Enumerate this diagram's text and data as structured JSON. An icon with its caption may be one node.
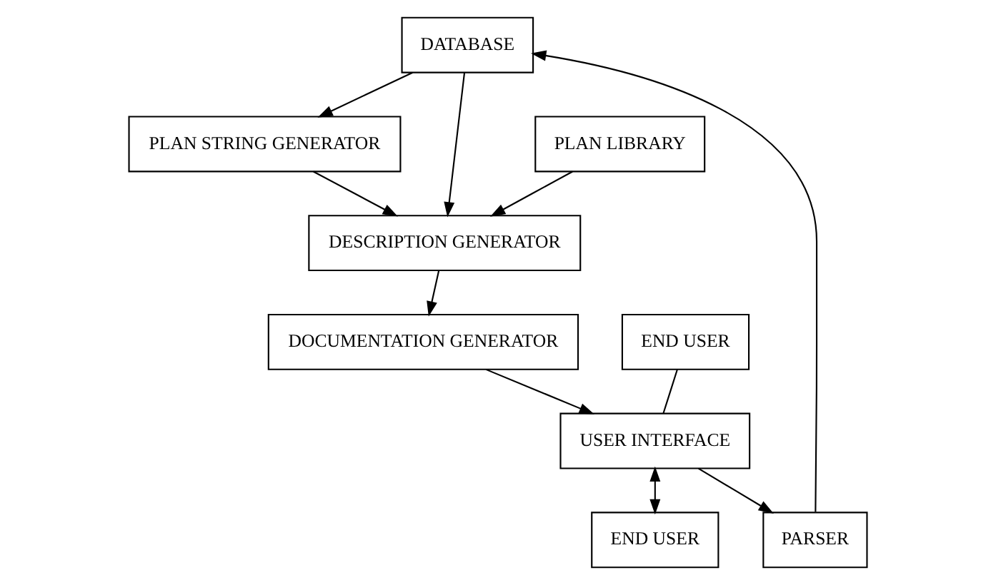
{
  "diagram": {
    "nodes": [
      {
        "text": [
          "DATABASE"
        ]
      },
      {
        "text": [
          "PARSER"
        ]
      },
      {
        "text": [
          "USER INTERFACE"
        ]
      },
      {
        "text": [
          "END USER"
        ]
      },
      {
        "text": [
          "PLAN STRING GENERATOR"
        ]
      },
      {
        "text": [
          "DESCRIPTION GENERATOR"
        ]
      },
      {
        "text": [
          "PLAN LIBRARY"
        ]
      },
      {
        "text": [
          "END USER"
        ]
      },
      {
        "text": [
          "DOCUMENTATION GENERATOR"
        ]
      }
    ],
    "edges": [
      {
        "from": 1,
        "to": 0,
        "arrow": "to"
      },
      {
        "from": 2,
        "to": 1,
        "arrow": "to"
      },
      {
        "from": 2,
        "to": 3,
        "arrow": "both"
      },
      {
        "from": 0,
        "to": 4,
        "arrow": "to"
      },
      {
        "from": 4,
        "to": 5,
        "arrow": "to"
      },
      {
        "from": 0,
        "to": 5,
        "arrow": "to"
      },
      {
        "from": 6,
        "to": 5,
        "arrow": "to"
      },
      {
        "from": 5,
        "to": 8,
        "arrow": "to"
      },
      {
        "from": 8,
        "to": 2,
        "arrow": "to"
      },
      {
        "from": 7,
        "to": 2,
        "arrow": "none"
      }
    ]
  }
}
